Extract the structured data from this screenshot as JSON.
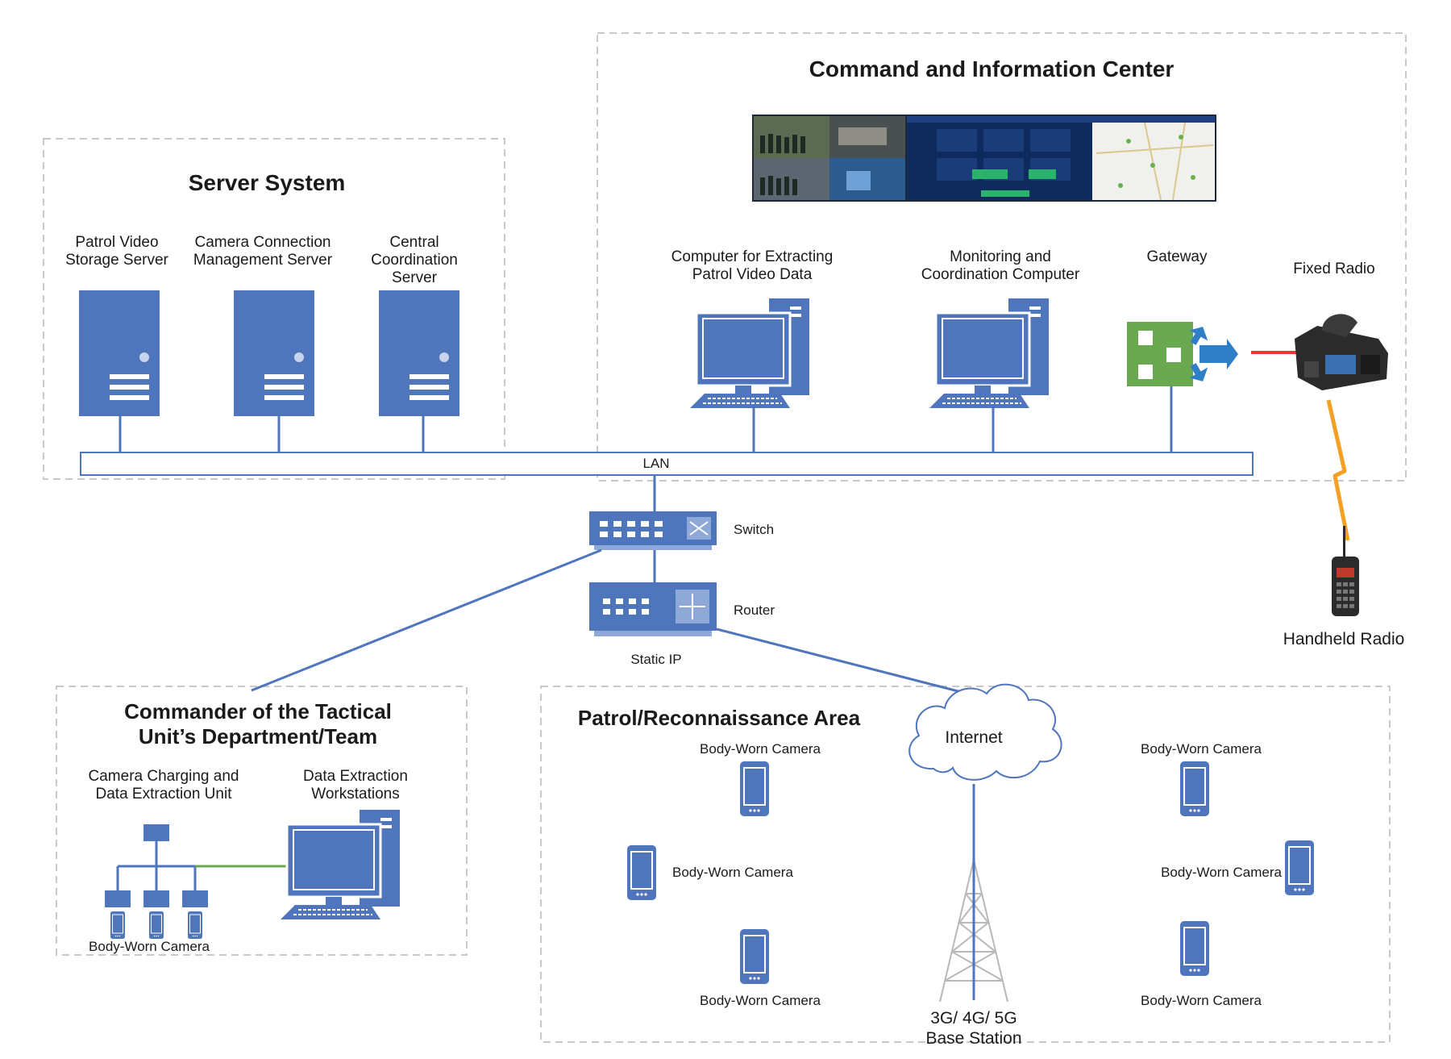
{
  "colors": {
    "device": "#4f75bd",
    "gateway": "#6aa84f",
    "radio_link": "#e53935",
    "wireless": "#f4a024",
    "box_border": "#c9c9c9"
  },
  "command_center": {
    "title": "Command and Information Center",
    "extract_computer": [
      "Computer for Extracting",
      "Patrol Video Data"
    ],
    "monitor_computer": [
      "Monitoring and",
      "Coordination Computer"
    ],
    "gateway": "Gateway",
    "fixed_radio": "Fixed Radio"
  },
  "server_system": {
    "title": "Server System",
    "storage": [
      "Patrol Video",
      "Storage Server"
    ],
    "camera_mgmt": [
      "Camera Connection",
      "Management Server"
    ],
    "coordination": [
      "Central",
      "Coordination",
      "Server"
    ]
  },
  "network": {
    "lan": "LAN",
    "switch": "Switch",
    "router": "Router",
    "static_ip": "Static IP",
    "internet": "Internet",
    "base_station": [
      "3G/ 4G/ 5G",
      "Base Station"
    ]
  },
  "handheld_radio": "Handheld Radio",
  "tactical_unit": {
    "title": [
      "Commander of the Tactical",
      "Unit’s Department/Team"
    ],
    "charging_unit": [
      "Camera Charging and",
      "Data Extraction Unit"
    ],
    "workstations": [
      "Data Extraction",
      "Workstations"
    ],
    "camera": "Body-Worn Camera"
  },
  "patrol_area": {
    "title": "Patrol/Reconnaissance Area",
    "cameras": [
      "Body-Worn Camera",
      "Body-Worn Camera",
      "Body-Worn Camera",
      "Body-Worn Camera",
      "Body-Worn Camera",
      "Body-Worn Camera"
    ]
  }
}
